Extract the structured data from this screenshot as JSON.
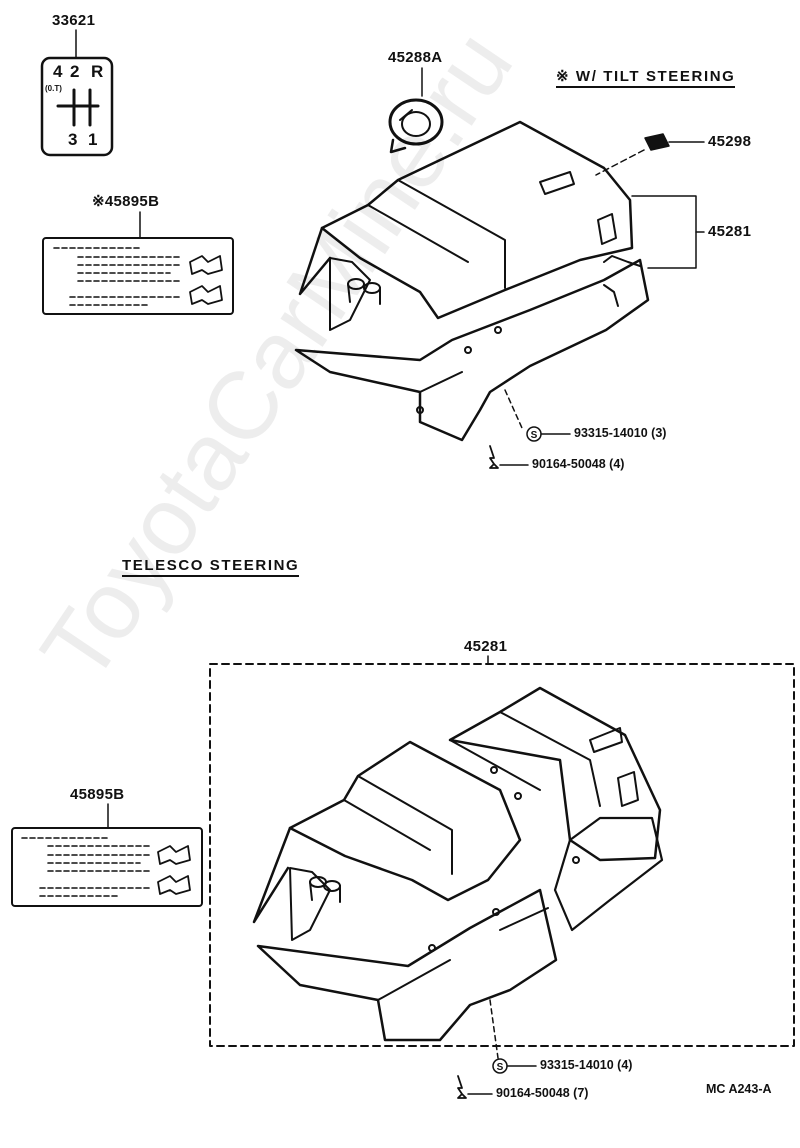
{
  "top_section": {
    "heading": "※ W/ TILT STEERING",
    "shift_plate": {
      "part_no": "33621",
      "top_labels": [
        "4",
        "2",
        "R"
      ],
      "small_label": "(0.T)",
      "bottom_labels": [
        "3",
        "1"
      ]
    },
    "label_sticker": {
      "part_no": "※45895B"
    },
    "parts": [
      {
        "id": "retainer",
        "part_no": "45288A"
      },
      {
        "id": "cap",
        "part_no": "45298"
      },
      {
        "id": "column-cover",
        "part_no": "45281"
      },
      {
        "id": "screw-s",
        "part_no": "93315-14010 (3)",
        "mark": "S"
      },
      {
        "id": "screw",
        "part_no": "90164-50048 (4)"
      }
    ]
  },
  "bottom_section": {
    "heading": "TELESCO STEERING",
    "label_sticker": {
      "part_no": "45895B"
    },
    "parts": [
      {
        "id": "column-cover",
        "part_no": "45281"
      },
      {
        "id": "screw-s",
        "part_no": "93315-14010 (4)",
        "mark": "S"
      },
      {
        "id": "screw",
        "part_no": "90164-50048 (7)"
      }
    ]
  },
  "figure_code": "MC  A243-A",
  "watermark": "ToyotaCarMine.ru"
}
